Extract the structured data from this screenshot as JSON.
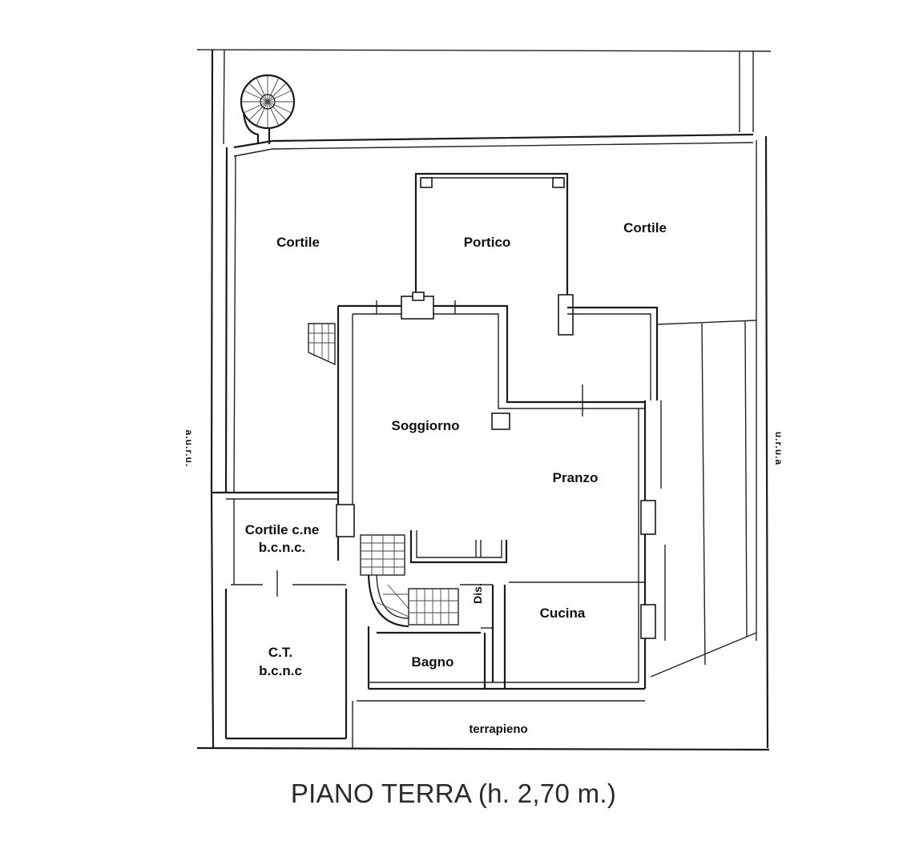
{
  "title": "PIANO TERRA (h. 2,70 m.)",
  "rooms": {
    "cortile_left": "Cortile",
    "portico": "Portico",
    "cortile_right": "Cortile",
    "soggiorno": "Soggiorno",
    "pranzo": "Pranzo",
    "cortile_cne_line1": "Cortile c.ne",
    "cortile_cne_line2": "b.c.n.c.",
    "dis": "Dis.",
    "cucina": "Cucina",
    "ct_line1": "C.T.",
    "ct_line2": "b.c.n.c",
    "bagno": "Bagno",
    "terrapieno": "terrapieno"
  },
  "side_labels": {
    "left": "a.u.r.u.",
    "right": "u.r.u.a"
  }
}
